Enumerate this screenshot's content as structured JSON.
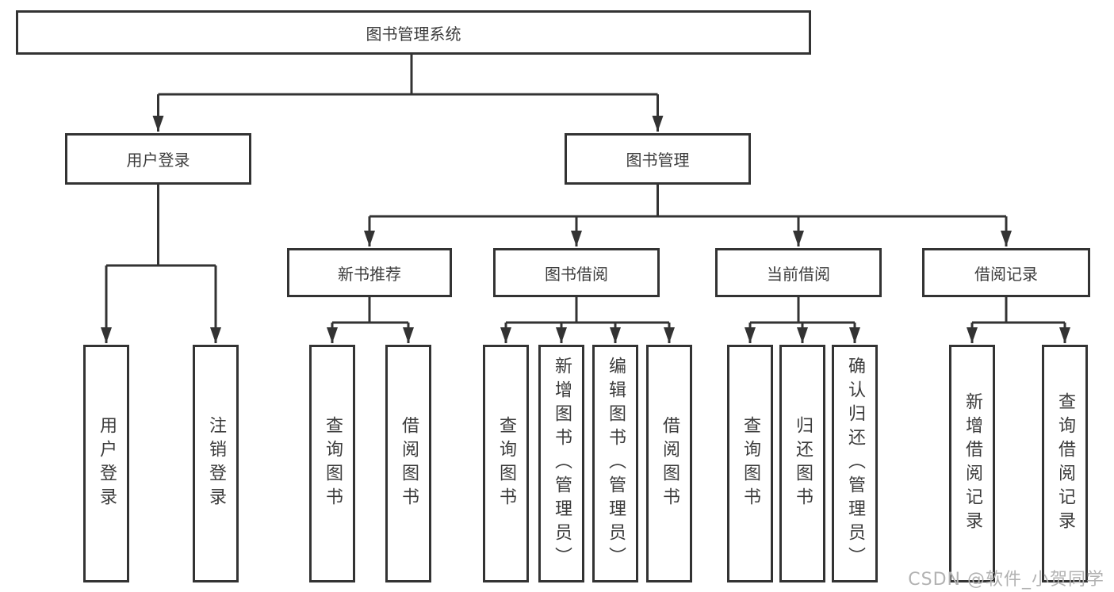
{
  "diagram": {
    "root": {
      "label": "图书管理系统"
    },
    "branches": [
      {
        "label": "用户登录",
        "children": [
          {
            "label": "用户登录"
          },
          {
            "label": "注销登录"
          }
        ]
      },
      {
        "label": "图书管理",
        "children": [
          {
            "label": "新书推荐",
            "children": [
              {
                "label": "查询图书"
              },
              {
                "label": "借阅图书"
              }
            ]
          },
          {
            "label": "图书借阅",
            "children": [
              {
                "label": "查询图书"
              },
              {
                "label": "新增图书（管理员）"
              },
              {
                "label": "编辑图书（管理员）"
              },
              {
                "label": "借阅图书"
              }
            ]
          },
          {
            "label": "当前借阅",
            "children": [
              {
                "label": "查询图书"
              },
              {
                "label": "归还图书"
              },
              {
                "label": "确认归还（管理员）"
              }
            ]
          },
          {
            "label": "借阅记录",
            "children": [
              {
                "label": "新增借阅记录"
              },
              {
                "label": "查询借阅记录"
              }
            ]
          }
        ]
      }
    ]
  },
  "watermark": "CSDN @软件_小贺同学",
  "colors": {
    "line": "#333333",
    "text": "#3c3c3c",
    "watermark": "#b2b2b2",
    "background": "#ffffff"
  }
}
